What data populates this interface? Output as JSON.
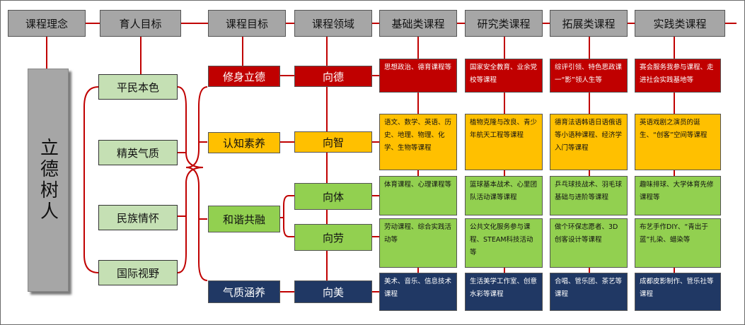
{
  "headers": [
    "课程理念",
    "育人目标",
    "课程目标",
    "课程领域",
    "基础类课程",
    "研究类课程",
    "拓展类课程",
    "实践类课程"
  ],
  "philosophy": "立德树人",
  "goals": [
    "平民本色",
    "精英气质",
    "民族情怀",
    "国际视野"
  ],
  "objectives": [
    "修身立德",
    "认知素养",
    "和谐共融",
    "气质涵养"
  ],
  "domains": [
    "向德",
    "向智",
    "向体",
    "向劳",
    "向美"
  ],
  "courses": [
    [
      "思想政治、德育课程等",
      "国家安全教育、业余党校等课程",
      "综评引领、特色思政课一“影”领人生等",
      "赛会服务我参与课程、走进社会实践基地等"
    ],
    [
      "语文、数学、英语、历史、地理、物理、化学、生物等课程",
      "植物克隆与改良、青少年航天工程等课程",
      "德育法语韩语日语俄语等小语种课程、经济学入门等课程",
      "英语戏剧之演员的诞生、“创客”空间等课程"
    ],
    [
      "体育课程、心理课程等",
      "篮球基本战术、心里团队活动课等课程",
      "乒乓球技战术、羽毛球基础与进阶等课程",
      "趣味排球、大学体育先修课程等"
    ],
    [
      "劳动课程、综合实践活动等",
      "公共文化服务参与课程、STEAM科技活动等",
      "做个环保志愿者、3D创客设计等课程",
      "布艺手作DIY、“青出于蓝”扎染、蜡染等"
    ],
    [
      "美术、音乐、信息技术课程",
      "生活美学工作室、创意水彩等课程",
      "合唱、管乐团、茶艺等课程",
      "成都皮影制作、管乐社等课程"
    ]
  ],
  "colors": {
    "header": "#a6a6a6",
    "line": "#c00000",
    "red": "#c00000",
    "yellow": "#ffc000",
    "green": "#92d050",
    "navy": "#203864",
    "goal": "#c5e0b4"
  }
}
